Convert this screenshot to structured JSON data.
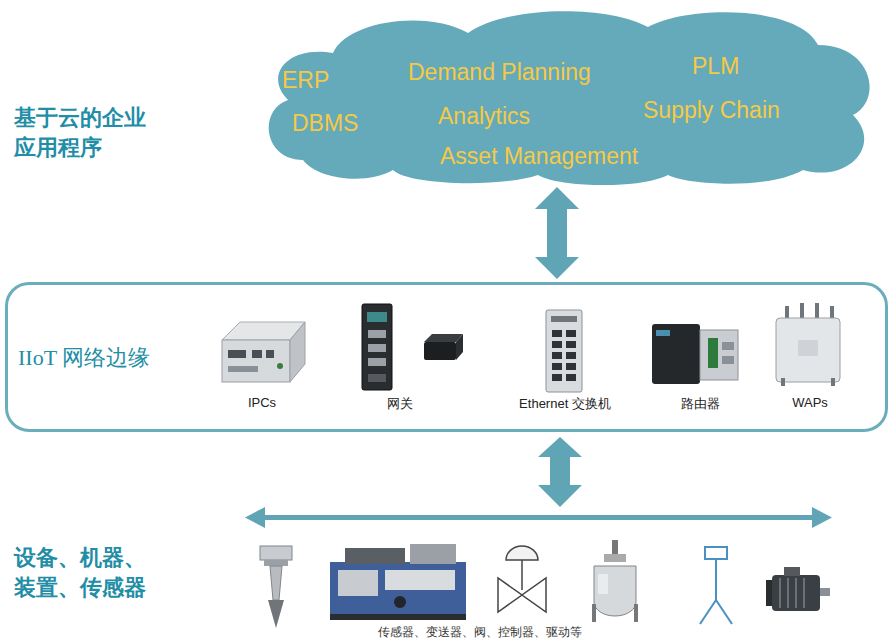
{
  "diagram": {
    "nodes": [
      {
        "text": [
          "ERP",
          "Demand Planning",
          "PLM",
          "DBMS",
          "Analytics",
          "Supply Chain",
          "Asset Management"
        ]
      },
      {
        "text": [
          "IIoT 网络边缘",
          "IPCs",
          "网关",
          "Ethernet 交换机",
          "路由器",
          "WAPs"
        ]
      }
    ],
    "edges": [
      {
        "from": 0,
        "to": 1,
        "arrow": "both"
      }
    ],
    "labels": [
      "基于云的企业 应用程序",
      "设备、机器、 装置、传感器",
      "传感器、变送器、阀、控制器、驱动等"
    ]
  }
}
